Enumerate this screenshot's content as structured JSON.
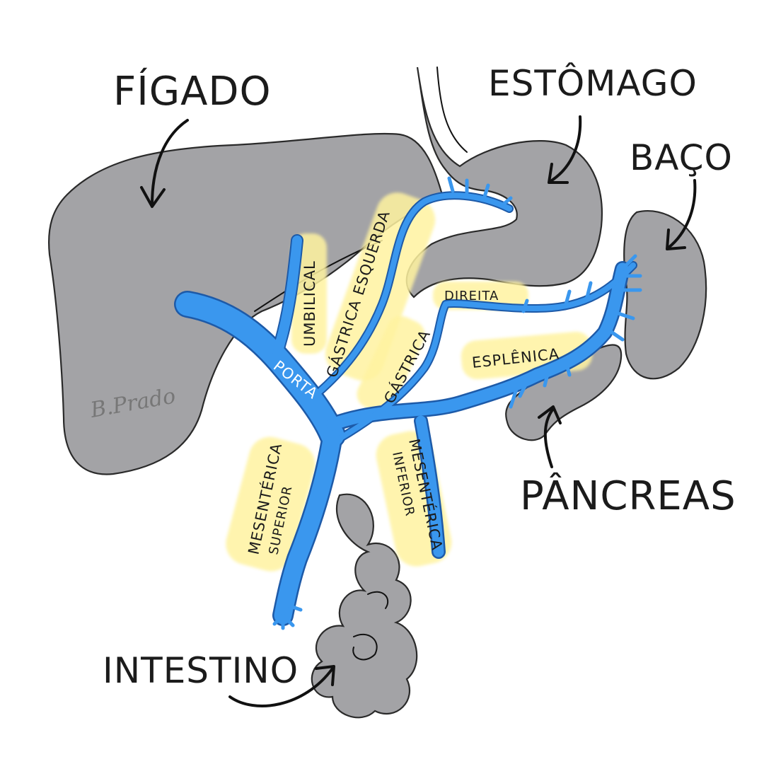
{
  "organs": {
    "liver": "FÍGADO",
    "stomach": "ESTÔMAGO",
    "spleen": "BAÇO",
    "pancreas": "PÂNCREAS",
    "intestine": "INTESTINO"
  },
  "vessels": {
    "portal": "PORTA",
    "umbilical": "UMBILICAL",
    "left_gastric": "GÁSTRICA ESQUERDA",
    "right_gastric_1": "GÁSTRICA",
    "right_gastric_2": "DIREITA",
    "splenic": "ESPLÊNICA",
    "superior_mesenteric_1": "MESENTÉRICA",
    "superior_mesenteric_2": "SUPERIOR",
    "inferior_mesenteric_1": "MESENTÉRICA",
    "inferior_mesenteric_2": "INFERIOR"
  },
  "signature": "B.Prado",
  "colors": {
    "vein": "#3a97ee",
    "vein_outline": "#1d5aa8",
    "organ": "#a3a3a6",
    "highlight": "#fff3a0"
  }
}
